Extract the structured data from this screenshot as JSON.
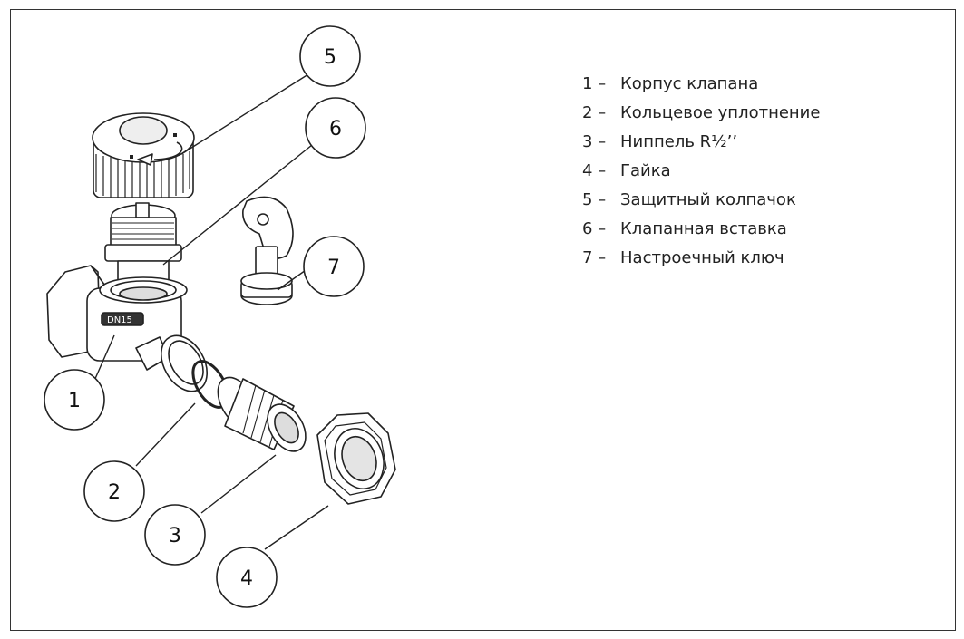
{
  "callouts": [
    "1",
    "2",
    "3",
    "4",
    "5",
    "6",
    "7"
  ],
  "legend": [
    {
      "num": "1 –",
      "label": "Корпус клапана"
    },
    {
      "num": "2 –",
      "label": "Кольцевое уплотнение"
    },
    {
      "num": "3 –",
      "label": "Ниппель R½’’"
    },
    {
      "num": "4 –",
      "label": "Гайка"
    },
    {
      "num": "5 –",
      "label": "Защитный колпачок"
    },
    {
      "num": "6 –",
      "label": "Клапанная вставка"
    },
    {
      "num": "7 –",
      "label": "Настроечный ключ"
    }
  ],
  "body_marking": "DN15"
}
